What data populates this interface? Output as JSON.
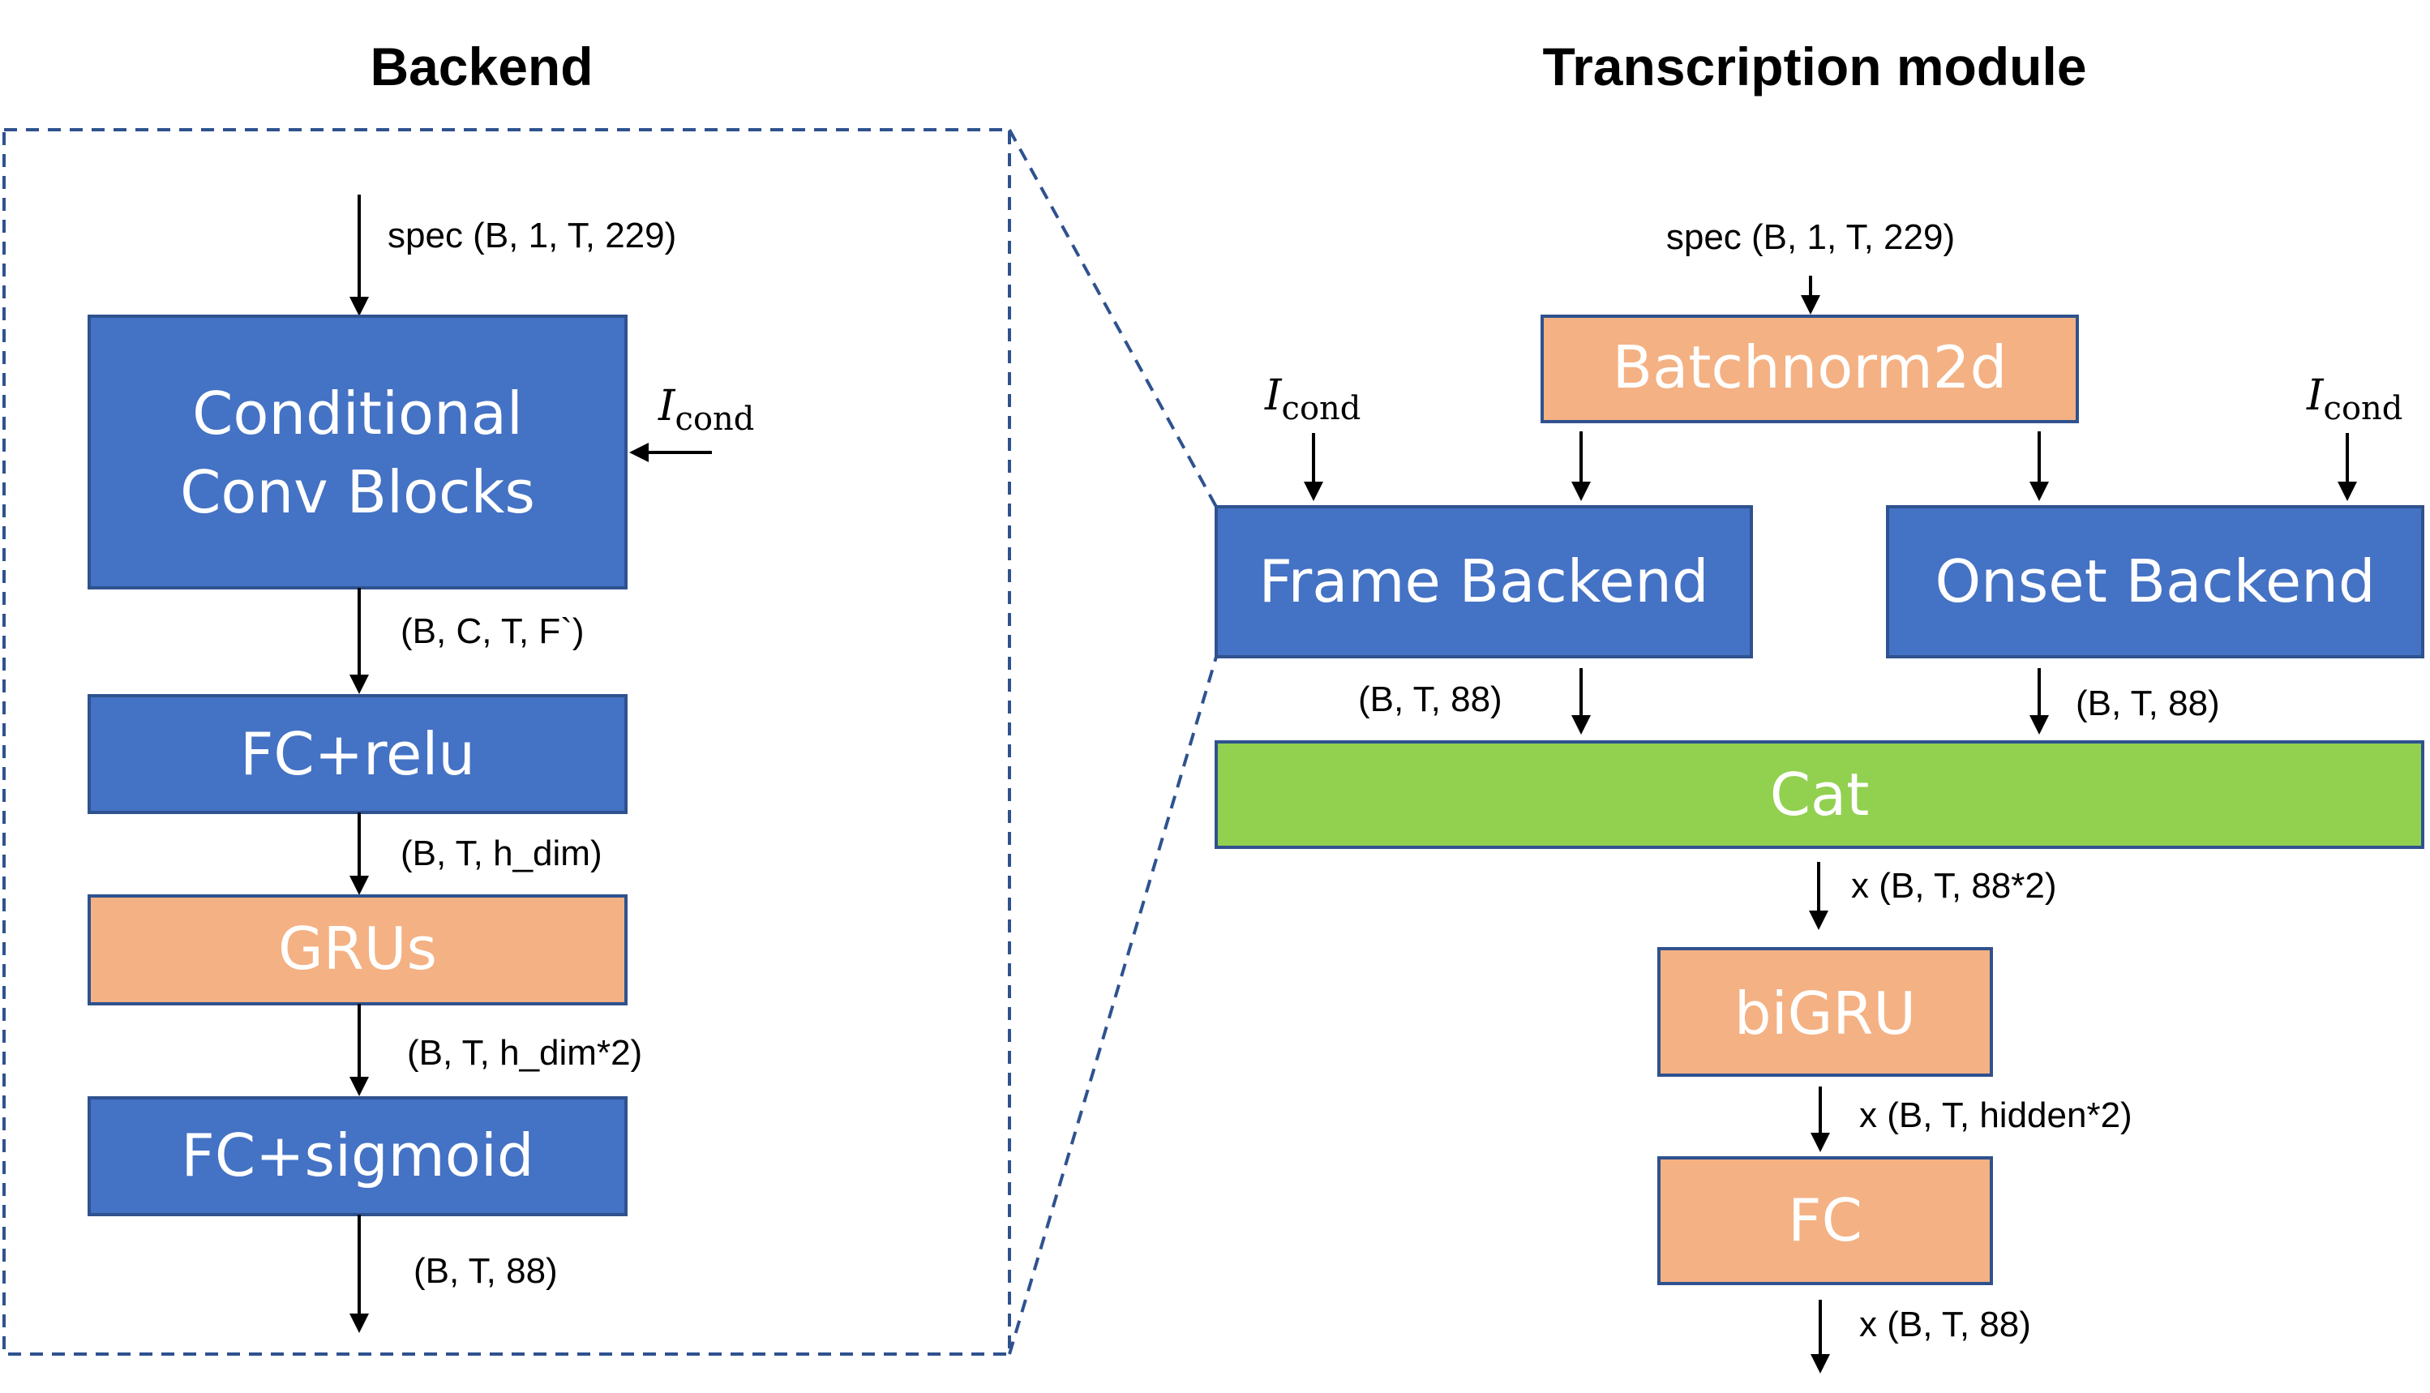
{
  "titles": {
    "backend": "Backend",
    "transcription": "Transcription module"
  },
  "backend": {
    "input_label": "spec (B, 1, T, 229)",
    "conv_line1": "Conditional",
    "conv_line2": "Conv Blocks",
    "cond_main": "I",
    "cond_sub": "cond",
    "conv_out": "(B, C, T, F`)",
    "fc_relu": "FC+relu",
    "fc_relu_out": "(B, T, h_dim)",
    "grus": "GRUs",
    "grus_out": "(B, T, h_dim*2)",
    "fc_sigmoid": "FC+sigmoid",
    "output_label": "(B, T, 88)"
  },
  "transcription": {
    "input_label": "spec (B, 1, T, 229)",
    "batchnorm": "Batchnorm2d",
    "cond_main": "I",
    "cond_sub": "cond",
    "frame_backend": "Frame Backend",
    "onset_backend": "Onset Backend",
    "frame_out": "(B, T, 88)",
    "onset_out": "(B, T, 88)",
    "cat": "Cat",
    "cat_out": "x (B, T, 88*2)",
    "bigru": "biGRU",
    "bigru_out": "x (B, T, hidden*2)",
    "fc": "FC",
    "output_label": "x (B, T, 88)"
  },
  "colors": {
    "blue_block": "#4472c4",
    "orange_block": "#f4b183",
    "green_block": "#92d050",
    "border": "#2f528f"
  }
}
